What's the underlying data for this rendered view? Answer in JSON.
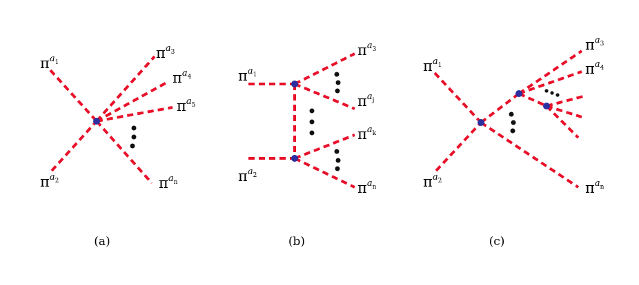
{
  "labels": {
    "pi": "π",
    "a": "a",
    "sub_1": "1",
    "sub_2": "2",
    "sub_3": "3",
    "sub_4": "4",
    "sub_5": "5",
    "sub_j": "j",
    "sub_k": "k",
    "sub_n": "n"
  },
  "panels": [
    {
      "caption": "(a)"
    },
    {
      "caption": "(b)"
    },
    {
      "caption": "(c)"
    }
  ],
  "colors": {
    "propagator": "#e8112a",
    "vertex": "#2b2fa0",
    "ellipsis_dots": "#111111"
  }
}
